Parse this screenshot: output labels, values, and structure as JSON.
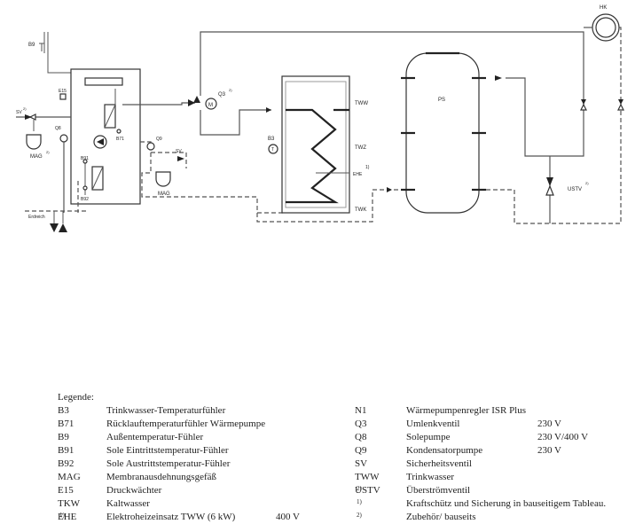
{
  "diagram": {
    "sensors": {
      "B9": "B9",
      "E15": "E15",
      "SV": "SV",
      "Q8": "Q8",
      "MAG": "MAG",
      "B91": "B91",
      "B92": "B92",
      "B71": "B71",
      "Q9": "Q9",
      "SV2": "SV",
      "MAG2": "MAG",
      "Q3": "Q3",
      "B3": "B3",
      "T": "T",
      "EHE": "EHE",
      "USTV": "USTV"
    },
    "tank": {
      "TWW": "TWW",
      "TWZ": "TWZ",
      "TWK": "TWK",
      "note": "1)"
    },
    "PS": "PS",
    "HK": "HK",
    "ground": "Erdreich",
    "sup2": "2)",
    "M": "M"
  },
  "legend": {
    "title": "Legende:",
    "left": [
      {
        "code": "B3",
        "sup": "",
        "text": "Trinkwasser-Temperaturfühler",
        "value": ""
      },
      {
        "code": "B71",
        "sup": "",
        "text": "Rücklauftemperaturfühler Wärmepumpe",
        "value": ""
      },
      {
        "code": "B9",
        "sup": "",
        "text": "Außentemperatur-Fühler",
        "value": ""
      },
      {
        "code": "B91",
        "sup": "",
        "text": "Sole Eintrittstemperatur-Fühler",
        "value": ""
      },
      {
        "code": "B92",
        "sup": "",
        "text": "Sole Austrittstemperatur-Fühler",
        "value": ""
      },
      {
        "code": "MAG",
        "sup": "",
        "text": "Membranausdehnungsgefäß",
        "value": ""
      },
      {
        "code": "E15",
        "sup": "",
        "text": "Druckwächter",
        "value": ""
      },
      {
        "code": "TKW",
        "sup": "",
        "text": "Kaltwasser",
        "value": ""
      },
      {
        "code": "EHE",
        "sup": "1)",
        "text": "Elektroheizeinsatz TWW (6 kW)",
        "value": "400 V"
      }
    ],
    "right": [
      {
        "code": "N1",
        "sup": "",
        "text": "Wärmepumpenregler ISR Plus",
        "value": ""
      },
      {
        "code": "Q3",
        "sup": "",
        "text": "Umlenkventil",
        "value": "230 V"
      },
      {
        "code": "Q8",
        "sup": "",
        "text": "Solepumpe",
        "value": "230 V/400 V"
      },
      {
        "code": "Q9",
        "sup": "",
        "text": "Kondensatorpumpe",
        "value": "230 V"
      },
      {
        "code": "SV",
        "sup": "",
        "text": "Sicherheitsventil",
        "value": ""
      },
      {
        "code": "TWW",
        "sup": "",
        "text": "Trinkwasser",
        "value": ""
      },
      {
        "code": "USTV",
        "sup": "2)",
        "text": "Überströmventil",
        "value": ""
      },
      {
        "code": "",
        "sup": "1)",
        "text": "Kraftschütz und Sicherung in bauseitigem Tableau.",
        "value": ""
      },
      {
        "code": "",
        "sup": "2)",
        "text": "Zubehör/ bauseits",
        "value": ""
      }
    ]
  }
}
